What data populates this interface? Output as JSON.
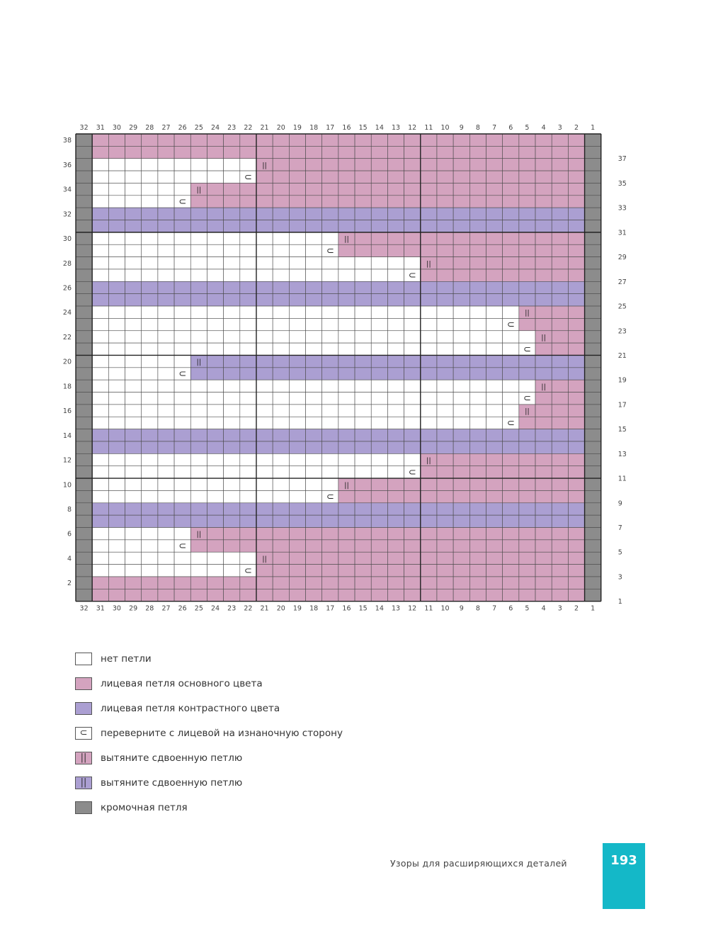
{
  "chart": {
    "stitches": 32,
    "rows": 38,
    "column_numbers": [
      "32",
      "31",
      "30",
      "29",
      "28",
      "27",
      "26",
      "25",
      "24",
      "23",
      "22",
      "21",
      "20",
      "19",
      "18",
      "17",
      "16",
      "15",
      "14",
      "13",
      "12",
      "11",
      "10",
      "9",
      "8",
      "7",
      "6",
      "5",
      "4",
      "3",
      "2",
      "1"
    ],
    "left_row_numbers": [
      "38",
      "36",
      "34",
      "32",
      "30",
      "28",
      "26",
      "24",
      "22",
      "20",
      "18",
      "16",
      "14",
      "12",
      "10",
      "8",
      "6",
      "4",
      "2"
    ],
    "right_row_numbers": [
      "37",
      "35",
      "33",
      "31",
      "29",
      "27",
      "25",
      "23",
      "21",
      "19",
      "17",
      "15",
      "13",
      "11",
      "9",
      "7",
      "5",
      "3",
      "1"
    ],
    "grid_rows": [
      "EMMMMMMMMMMMMMMMMMMMMMMMMMMMMMME",
      "EMMMMMMMMMMMMMMMMMMMMMMMMMMMMMME",
      "E__________PMMMMMMMMMMMMMMMMMMME",
      "E_________TMMMMMMMMMMMMMMMMMMMME",
      "E______PMMMMMMMMMMMMMMMMMMMMMMME",
      "E_____TMMMMMMMMMMMMMMMMMMMMMMMME",
      "ECCCCCCCCCCCCCCCCCCCCCCCCCCCCCCE",
      "ECCCCCCCCCCCCCCCCCCCCCCCCCCCCCCE",
      "E_______________PMMMMMMMMMMMMMME",
      "E______________TMMMMMMMMMMMMMMME",
      "E____________________PMMMMMMMMME",
      "E___________________TMMMMMMMMMME",
      "ECCCCCCCCCCCCCCCCCCCCCCCCCCCCCCE",
      "ECCCCCCCCCCCCCCCCCCCCCCCCCCCCCCE",
      "E__________________________PMMME",
      "E_________________________TMMMME",
      "E___________________________PMME",
      "E__________________________TMMME",
      "E______KCCCCCCCCCCCCCCCCCCCCCCCE",
      "E_____TCCCCCCCCCCCCCCCCCCCCCCCCE",
      "E___________________________PMME",
      "E__________________________TMMME",
      "E__________________________PMMME",
      "E_________________________TMMMME",
      "ECCCCCCCCCCCCCCCCCCCCCCCCCCCCCCE",
      "ECCCCCCCCCCCCCCCCCCCCCCCCCCCCCCE",
      "E____________________PMMMMMMMMME",
      "E___________________TMMMMMMMMMME",
      "E_______________PMMMMMMMMMMMMMME",
      "E______________TMMMMMMMMMMMMMMME",
      "ECCCCCCCCCCCCCCCCCCCCCCCCCCCCCCE",
      "ECCCCCCCCCCCCCCCCCCCCCCCCCCCCCCE",
      "E______PMMMMMMMMMMMMMMMMMMMMMMME",
      "E_____TMMMMMMMMMMMMMMMMMMMMMMMME",
      "E__________PMMMMMMMMMMMMMMMMMMME",
      "E_________TMMMMMMMMMMMMMMMMMMMME",
      "EMMMMMMMMMMMMMMMMMMMMMMMMMMMMMME",
      "EMMMMMMMMMMMMMMMMMMMMMMMMMMMMMME"
    ],
    "colors": {
      "no_stitch": "#ffffff",
      "main": "#d4a3bf",
      "contrast": "#ab9fd2",
      "edge": "#8c8c8c",
      "line": "#4a4a4a"
    },
    "symbols": {
      "turn": "⊂",
      "pull": "||"
    }
  },
  "legend": [
    {
      "key": "no-stitch",
      "swatch_color": "#ffffff",
      "symbol": "",
      "label": "нет петли"
    },
    {
      "key": "main-color-knit",
      "swatch_color": "#d4a3bf",
      "symbol": "",
      "label": "лицевая петля основного цвета"
    },
    {
      "key": "contrast-color-knit",
      "swatch_color": "#ab9fd2",
      "symbol": "",
      "label": "лицевая петля контрастного цвета"
    },
    {
      "key": "turn-work",
      "swatch_color": "#ffffff",
      "symbol": "⊂",
      "label": "переверните с лицевой на изнаночную сторону"
    },
    {
      "key": "pull-double-main",
      "swatch_color": "#d4a3bf",
      "symbol": "||",
      "label": "вытяните сдвоенную петлю"
    },
    {
      "key": "pull-double-contrast",
      "swatch_color": "#ab9fd2",
      "symbol": "||",
      "label": "вытяните сдвоенную петлю"
    },
    {
      "key": "edge-stitch",
      "swatch_color": "#8c8c8c",
      "symbol": "",
      "label": "кромочная петля"
    }
  ],
  "footer": {
    "section_title": "Узоры для расширяющихся деталей",
    "page_number": "193",
    "tab_color": "#14b8c8"
  }
}
